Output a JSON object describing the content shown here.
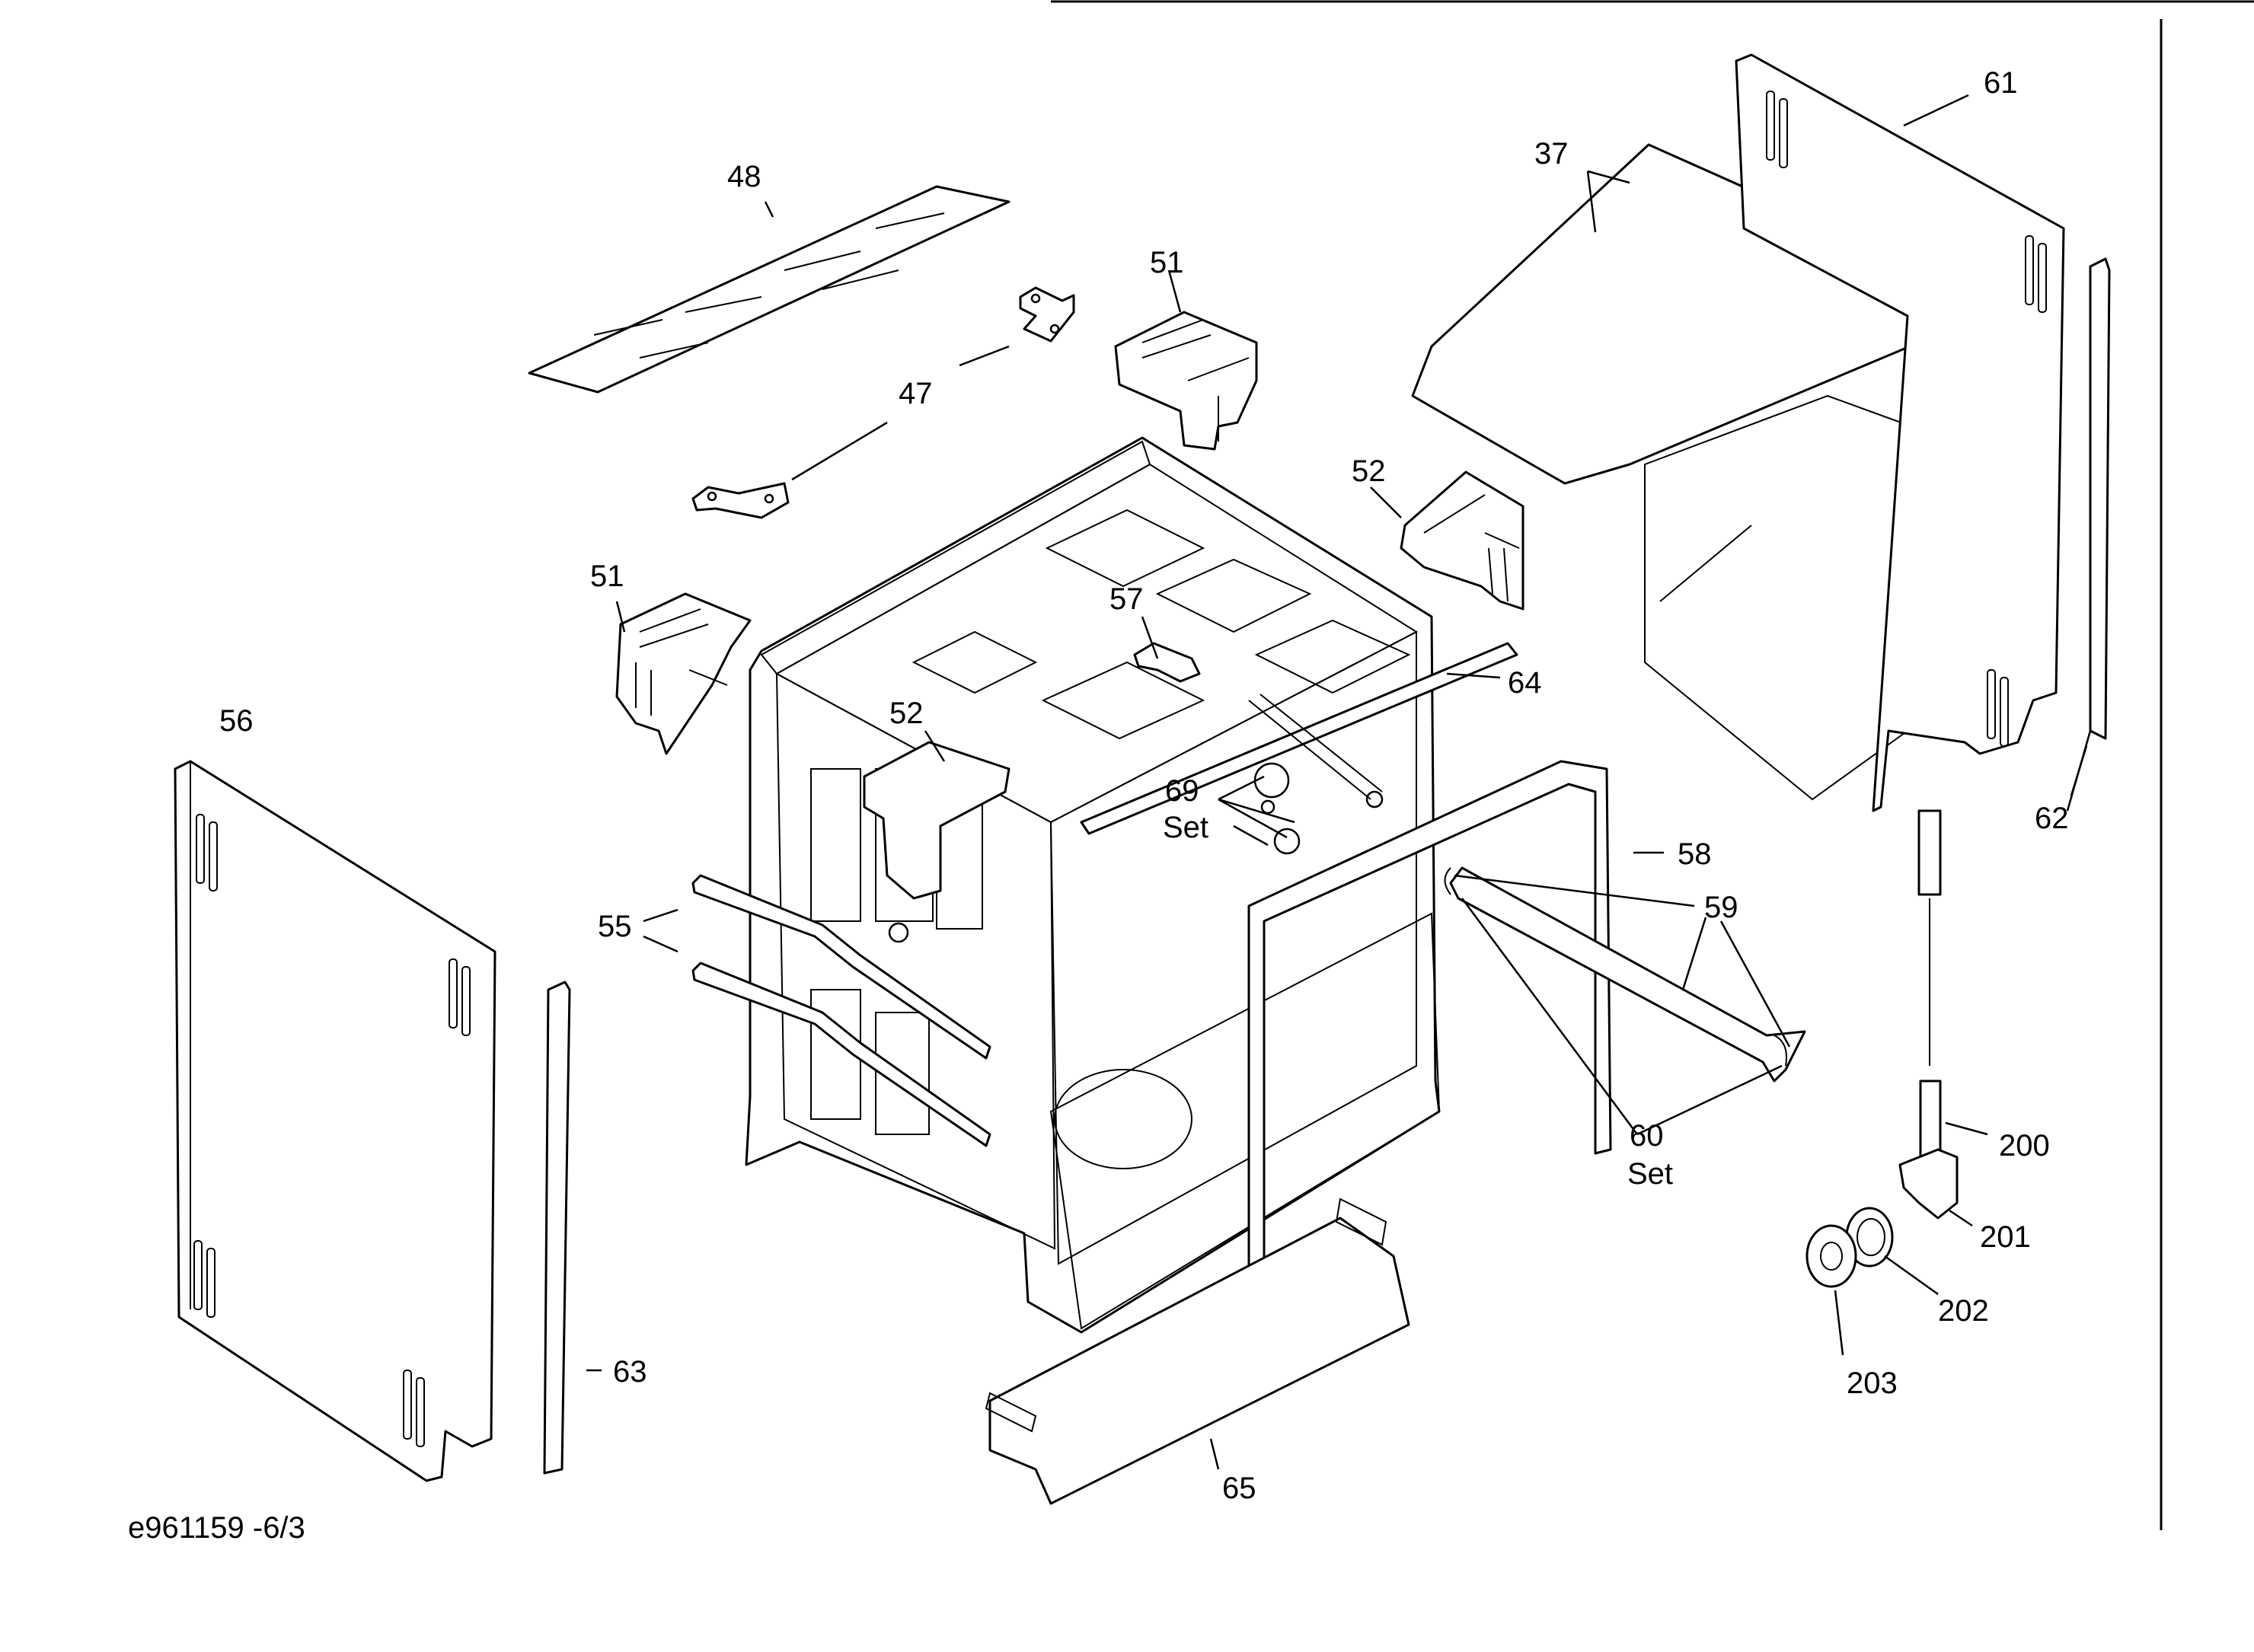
{
  "diagram": {
    "code": "e961159 -6/3",
    "callouts": {
      "c37": "37",
      "c47": "47",
      "c48": "48",
      "c51_top": "51",
      "c51_left": "51",
      "c52_right": "52",
      "c52_mid": "52",
      "c55": "55",
      "c56": "56",
      "c57": "57",
      "c58": "58",
      "c59": "59",
      "c60": "60",
      "c60_set": "Set",
      "c61": "61",
      "c62": "62",
      "c63": "63",
      "c64": "64",
      "c65": "65",
      "c69": "69",
      "c69_set": "Set",
      "c200": "200",
      "c201": "201",
      "c202": "202",
      "c203": "203"
    }
  }
}
